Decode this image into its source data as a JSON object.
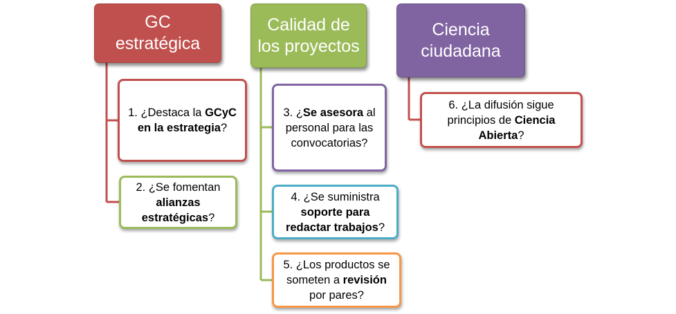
{
  "colors": {
    "red": "#C0504D",
    "green": "#9BBB59",
    "purple": "#8064A2",
    "teal": "#4BACC6",
    "orange": "#F79646"
  },
  "columns": [
    {
      "header": "GC estratégica",
      "color": "#C0504D",
      "items": [
        {
          "border": "#C0504D",
          "before": "1. ¿Destaca la ",
          "bold": "GCyC en la estrategia",
          "after": "?"
        },
        {
          "border": "#9BBB59",
          "before": "2. ¿Se fomentan ",
          "bold": "alianzas estratégicas",
          "after": "?"
        }
      ]
    },
    {
      "header": "Calidad de los proyectos",
      "color": "#9BBB59",
      "items": [
        {
          "border": "#8064A2",
          "before": "3. ¿",
          "bold": "Se asesora",
          "after": " al personal para las convocatorias?"
        },
        {
          "border": "#4BACC6",
          "before": "4. ¿Se suministra ",
          "bold": "soporte para redactar trabajos",
          "after": "?"
        },
        {
          "border": "#F79646",
          "before": "5. ¿Los productos se someten a ",
          "bold": "revisión",
          "after": " por pares?"
        }
      ]
    },
    {
      "header": "Ciencia ciudadana",
      "color": "#8064A2",
      "items": [
        {
          "border": "#C0504D",
          "before": "6. ¿La difusión sigue principios de ",
          "bold": "Ciencia Abierta",
          "after": "?"
        }
      ]
    }
  ]
}
